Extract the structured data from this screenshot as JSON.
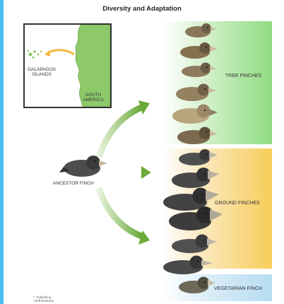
{
  "title": "Diversity and Adaptation",
  "map": {
    "galapagos_label_line1": "GALAPAGOS",
    "galapagos_label_line2": "ISLANDS",
    "south_america_line1": "SOUTH",
    "south_america_line2": "AMERICA"
  },
  "groups": {
    "tree_finches": "TREE FINCHES",
    "ground_finches": "GROUND FINCHES",
    "vegetarian_finch": "VEGETARIAN FINCH"
  },
  "ancestor_label": "ANCESTOR FINCH",
  "footer_line1": "*- Publishing",
  "footer_line2": "*staff illustrator",
  "colors": {
    "accent_frame": "#49bff0",
    "tree_band": "#8fdc80",
    "ground_band": "#f7cd5a",
    "veg_band": "#b6dcf1",
    "arrow": "#7cb342",
    "land": "#8dc96b"
  }
}
